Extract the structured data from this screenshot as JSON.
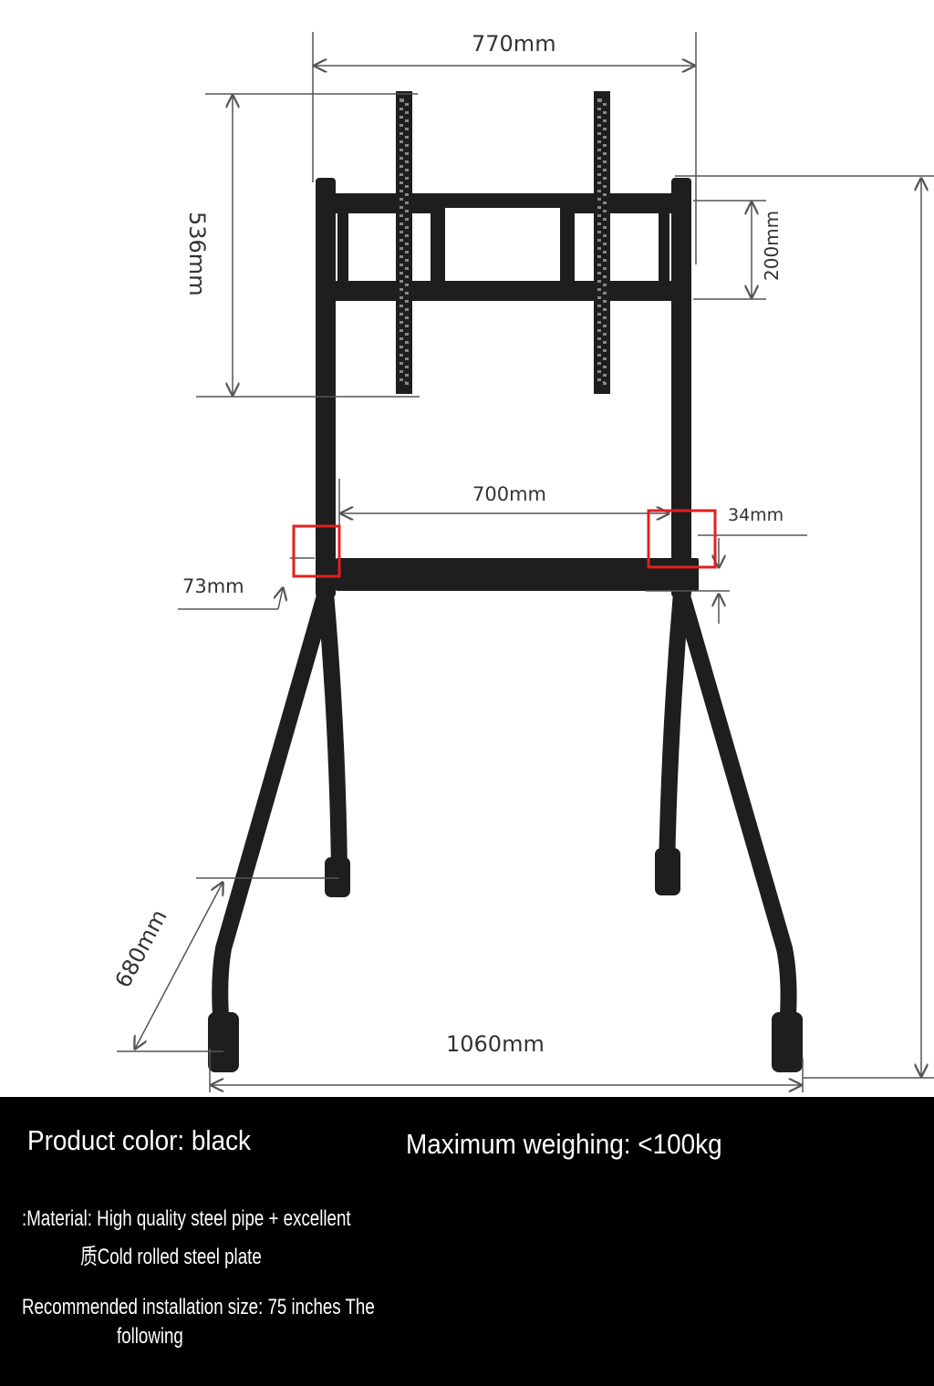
{
  "dimensions": {
    "top_width": "770mm",
    "rail_height": "536mm",
    "bracket_height": "200mm",
    "shelf_width": "700mm",
    "shelf_thickness": "34mm",
    "shelf_offset": "73mm",
    "leg_length": "680mm",
    "base_width": "1060mm"
  },
  "info": {
    "color": "Product color: black",
    "max_weight": "Maximum weighing: <100kg",
    "material_line1": ":Material: High quality steel pipe + excellent",
    "material_line2": "质Cold rolled steel plate",
    "size_line1": "Recommended installation size: 75 inches The",
    "size_line2": "following"
  },
  "colors": {
    "stand": "#1e1e1e",
    "highlight": "#e02020",
    "dimension": "#555555",
    "panel": "#000000"
  }
}
